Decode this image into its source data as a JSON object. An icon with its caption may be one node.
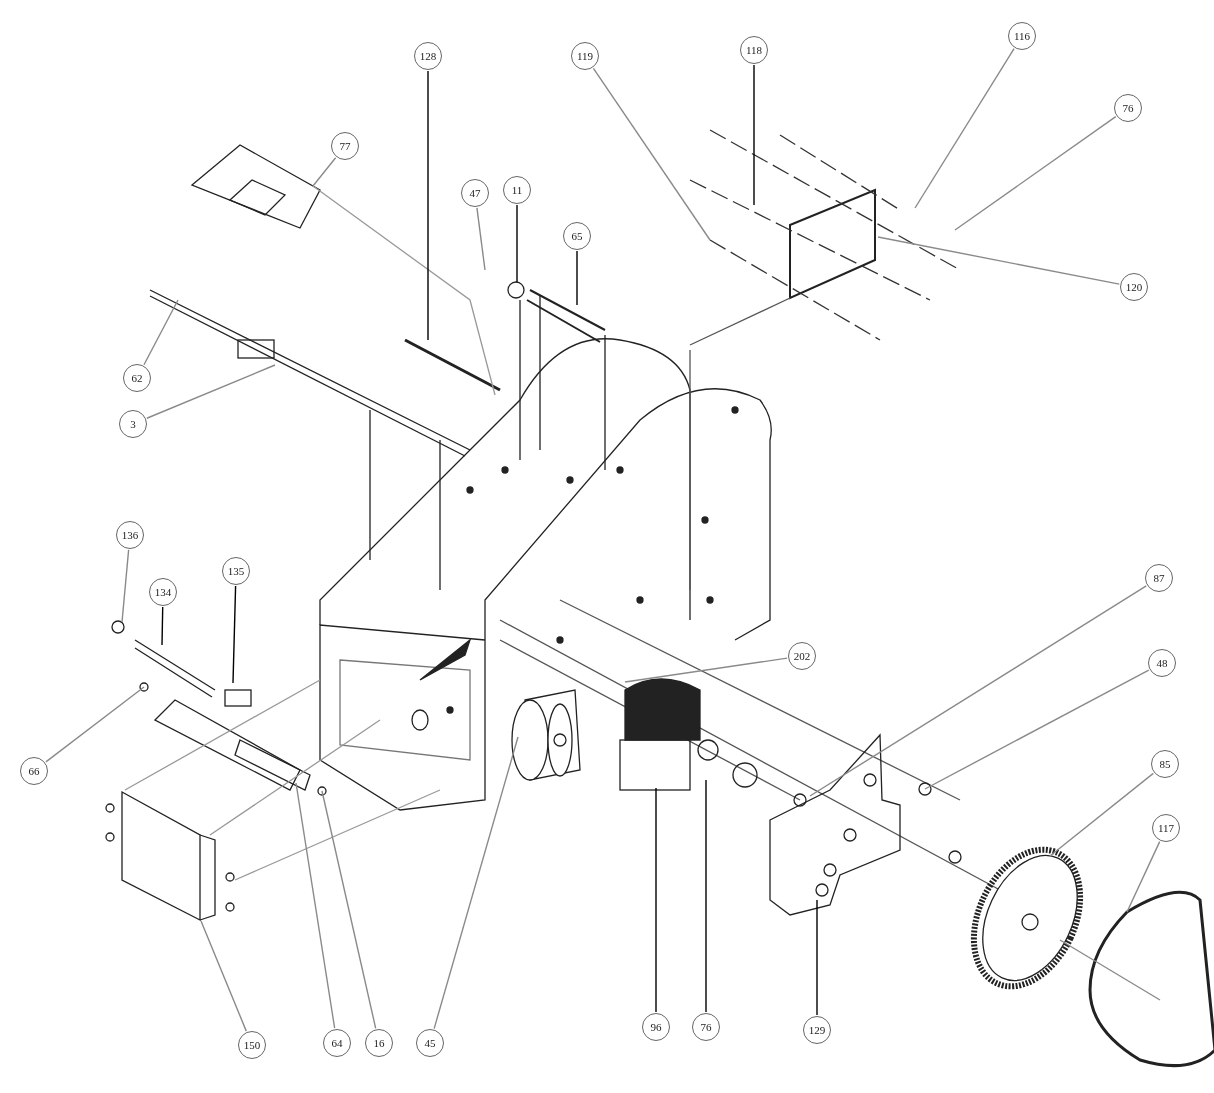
{
  "diagram": {
    "nodes": [
      {
        "text": [
          "128"
        ]
      },
      {
        "text": [
          "119"
        ]
      },
      {
        "text": [
          "118"
        ]
      },
      {
        "text": [
          "116"
        ]
      },
      {
        "text": [
          "76"
        ]
      },
      {
        "text": [
          "77"
        ]
      },
      {
        "text": [
          "47"
        ]
      },
      {
        "text": [
          "11"
        ]
      },
      {
        "text": [
          "65"
        ]
      },
      {
        "text": [
          "120"
        ]
      },
      {
        "text": [
          "62"
        ]
      },
      {
        "text": [
          "3"
        ]
      },
      {
        "text": [
          "136"
        ]
      },
      {
        "text": [
          "135"
        ]
      },
      {
        "text": [
          "134"
        ]
      },
      {
        "text": [
          "87"
        ]
      },
      {
        "text": [
          "202"
        ]
      },
      {
        "text": [
          "48"
        ]
      },
      {
        "text": [
          "66"
        ]
      },
      {
        "text": [
          "85"
        ]
      },
      {
        "text": [
          "117"
        ]
      },
      {
        "text": [
          "96"
        ]
      },
      {
        "text": [
          "76"
        ]
      },
      {
        "text": [
          "129"
        ]
      },
      {
        "text": [
          "150"
        ]
      },
      {
        "text": [
          "64"
        ]
      },
      {
        "text": [
          "16"
        ]
      },
      {
        "text": [
          "45"
        ]
      }
    ],
    "edges": [
      {
        "from": 0,
        "to": null,
        "arrow": "none",
        "color": "#000000"
      },
      {
        "from": 1,
        "to": null,
        "arrow": "none"
      },
      {
        "from": 2,
        "to": null,
        "arrow": "none",
        "color": "#000000"
      },
      {
        "from": 3,
        "to": null,
        "arrow": "none"
      },
      {
        "from": 4,
        "to": null,
        "arrow": "none"
      },
      {
        "from": 5,
        "to": null,
        "arrow": "none"
      },
      {
        "from": 6,
        "to": null,
        "arrow": "none"
      },
      {
        "from": 7,
        "to": null,
        "arrow": "none",
        "color": "#000000"
      },
      {
        "from": 8,
        "to": null,
        "arrow": "none",
        "color": "#000000"
      },
      {
        "from": 9,
        "to": null,
        "arrow": "none"
      },
      {
        "from": 10,
        "to": null,
        "arrow": "none"
      },
      {
        "from": 11,
        "to": null,
        "arrow": "none"
      },
      {
        "from": 12,
        "to": null,
        "arrow": "none"
      },
      {
        "from": 13,
        "to": null,
        "arrow": "none",
        "color": "#000000"
      },
      {
        "from": 14,
        "to": null,
        "arrow": "none",
        "color": "#000000"
      },
      {
        "from": 15,
        "to": null,
        "arrow": "none"
      },
      {
        "from": 16,
        "to": null,
        "arrow": "none"
      },
      {
        "from": 17,
        "to": null,
        "arrow": "none"
      },
      {
        "from": 18,
        "to": null,
        "arrow": "none"
      },
      {
        "from": 19,
        "to": null,
        "arrow": "none"
      },
      {
        "from": 20,
        "to": null,
        "arrow": "none"
      },
      {
        "from": 21,
        "to": null,
        "arrow": "none",
        "color": "#000000"
      },
      {
        "from": 22,
        "to": null,
        "arrow": "none",
        "color": "#000000"
      },
      {
        "from": 23,
        "to": null,
        "arrow": "none",
        "color": "#000000"
      },
      {
        "from": 24,
        "to": null,
        "arrow": "none"
      },
      {
        "from": 25,
        "to": null,
        "arrow": "none"
      },
      {
        "from": 26,
        "to": null,
        "arrow": "none"
      },
      {
        "from": 27,
        "to": null,
        "arrow": "none"
      }
    ]
  }
}
